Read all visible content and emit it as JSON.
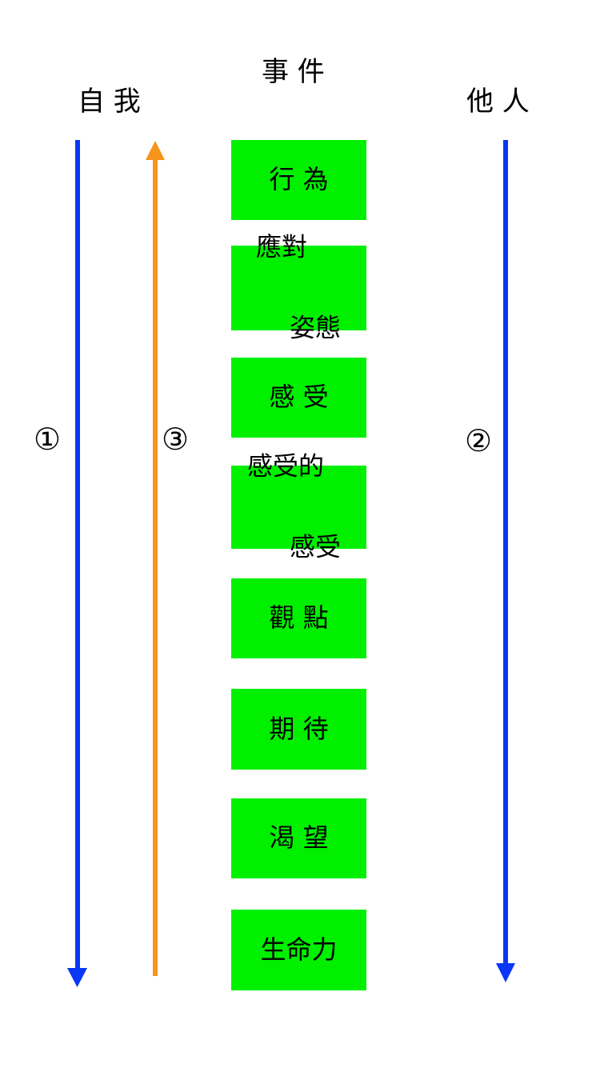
{
  "headers": {
    "self": "自 我",
    "event": "事 件",
    "others": "他 人"
  },
  "markers": {
    "one": "①",
    "two": "②",
    "three": "③"
  },
  "colors": {
    "box_fill": "#00f000",
    "arrow_blue": "#0a37f5",
    "arrow_orange": "#f7941d"
  },
  "levels": [
    {
      "line1": "行 為",
      "line2": ""
    },
    {
      "line1": "應對",
      "line2": "姿態"
    },
    {
      "line1": "感 受",
      "line2": ""
    },
    {
      "line1": "感受的",
      "line2": "感受"
    },
    {
      "line1": "觀 點",
      "line2": ""
    },
    {
      "line1": "期 待",
      "line2": ""
    },
    {
      "line1": "渴 望",
      "line2": ""
    },
    {
      "line1": "生命力",
      "line2": ""
    }
  ],
  "arrows": [
    {
      "id": "1",
      "direction": "down",
      "column": "self"
    },
    {
      "id": "3",
      "direction": "up",
      "column": "self"
    },
    {
      "id": "2",
      "direction": "down",
      "column": "others"
    }
  ]
}
